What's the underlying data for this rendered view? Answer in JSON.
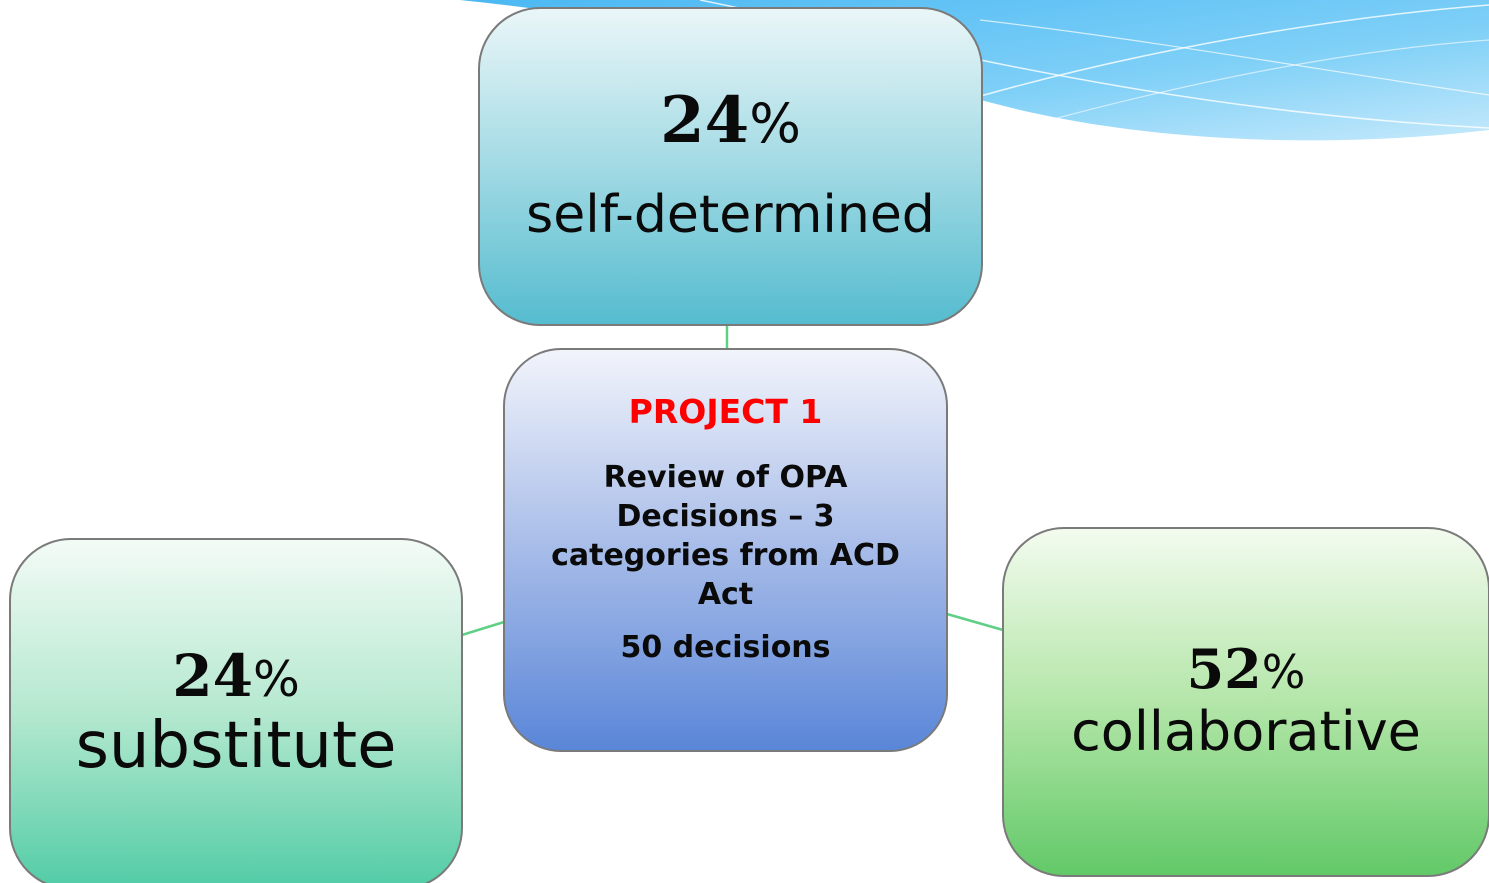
{
  "diagram": {
    "center": {
      "title": "PROJECT 1",
      "description": "Review of OPA Decisions – 3 categories from ACD Act",
      "count": "50 decisions"
    },
    "nodes": {
      "top": {
        "percent_value": "24",
        "percent_sign": "%",
        "label": "self-determined"
      },
      "left": {
        "percent_value": "24",
        "percent_sign": "%",
        "label": "substitute"
      },
      "right": {
        "percent_value": "52",
        "percent_sign": "%",
        "label": "collaborative"
      }
    }
  },
  "colors": {
    "title_red": "#ff0000",
    "connector_green": "#5fcf86",
    "banner_blue": "#6cc4f4"
  }
}
